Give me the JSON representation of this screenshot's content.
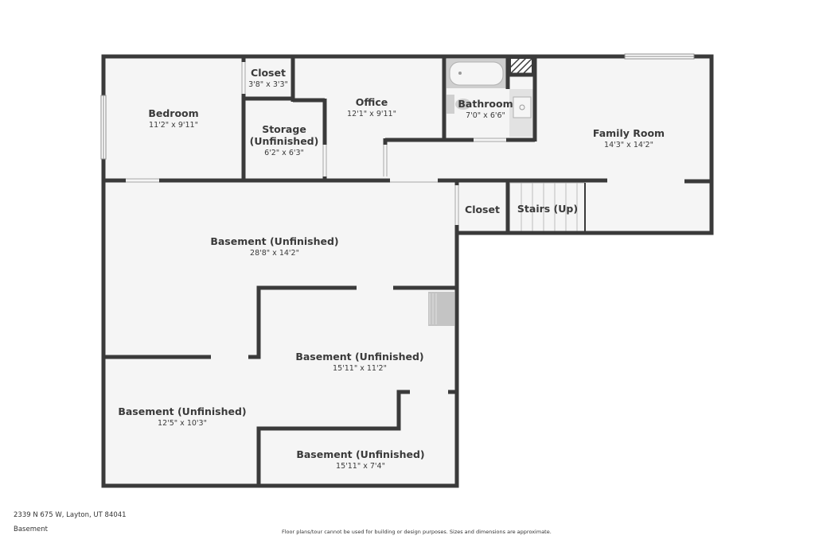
{
  "colors": {
    "floor": "#f5f5f5",
    "wall": "#3a3a3a",
    "fixture": "#cfcfcf",
    "text": "#3a3a3a"
  },
  "rooms": {
    "bedroom": {
      "name": "Bedroom",
      "dims": "11'2\" x 9'11\""
    },
    "closet_upper": {
      "name": "Closet",
      "dims": "3'8\" x 3'3\""
    },
    "storage": {
      "name_line1": "Storage",
      "name_line2": "(Unfinished)",
      "dims": "6'2\" x 6'3\""
    },
    "office": {
      "name": "Office",
      "dims": "12'1\" x 9'11\""
    },
    "bathroom": {
      "name": "Bathroom",
      "dims": "7'0\" x 6'6\""
    },
    "family_room": {
      "name": "Family Room",
      "dims": "14'3\" x 14'2\""
    },
    "closet_lower": {
      "name": "Closet"
    },
    "stairs": {
      "name": "Stairs (Up)"
    },
    "basement_main": {
      "name": "Basement (Unfinished)",
      "dims": "28'8\" x 14'2\""
    },
    "basement_center": {
      "name": "Basement (Unfinished)",
      "dims": "15'11\" x 11'2\""
    },
    "basement_left": {
      "name": "Basement (Unfinished)",
      "dims": "12'5\" x 10'3\""
    },
    "basement_bottom": {
      "name": "Basement (Unfinished)",
      "dims": "15'11\" x 7'4\""
    }
  },
  "footer": {
    "address": "2339 N 675 W, Layton, UT 84041",
    "level": "Basement",
    "disclaimer": "Floor plans/tour cannot be used for building or design purposes. Sizes and dimensions are approximate."
  }
}
